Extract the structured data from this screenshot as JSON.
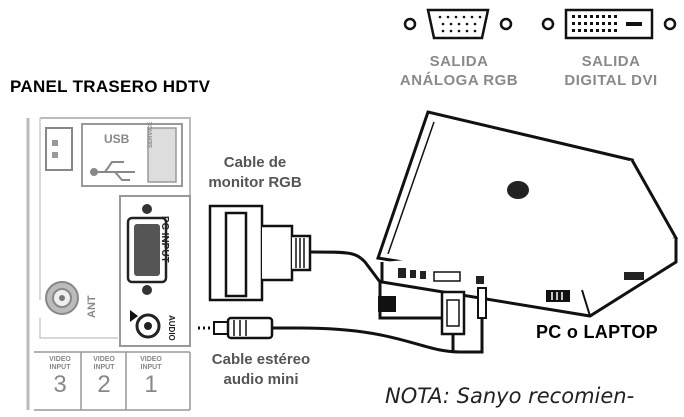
{
  "labels": {
    "panel_title": "PANEL TRASERO HDTV",
    "analog_out": [
      "SALIDA",
      "ANÁLOGA RGB"
    ],
    "digital_out": [
      "SALIDA",
      "DIGITAL DVI"
    ],
    "rgb_cable": [
      "Cable de",
      "monitor RGB"
    ],
    "audio_cable": [
      "Cable estéreo",
      "audio mini"
    ],
    "pc_label": "PC o LAPTOP",
    "note_prefix": "NOTA",
    "note_text": ": Sanyo recomien-"
  },
  "panel": {
    "usb": "USB",
    "usb_vertical": "SERVICE",
    "pc_input": "PC INPUT",
    "audio": "AUDIO",
    "ant": "ANT",
    "video_inputs": [
      {
        "label": [
          "VIDEO",
          "INPUT"
        ],
        "number": "3"
      },
      {
        "label": [
          "VIDEO",
          "INPUT"
        ],
        "number": "2"
      },
      {
        "label": [
          "VIDEO",
          "INPUT"
        ],
        "number": "1"
      }
    ]
  },
  "colors": {
    "line": "#111111",
    "grey_text": "#8a8a8a",
    "panel_fill": "#ffffff",
    "shade": "#d9d9d9"
  }
}
